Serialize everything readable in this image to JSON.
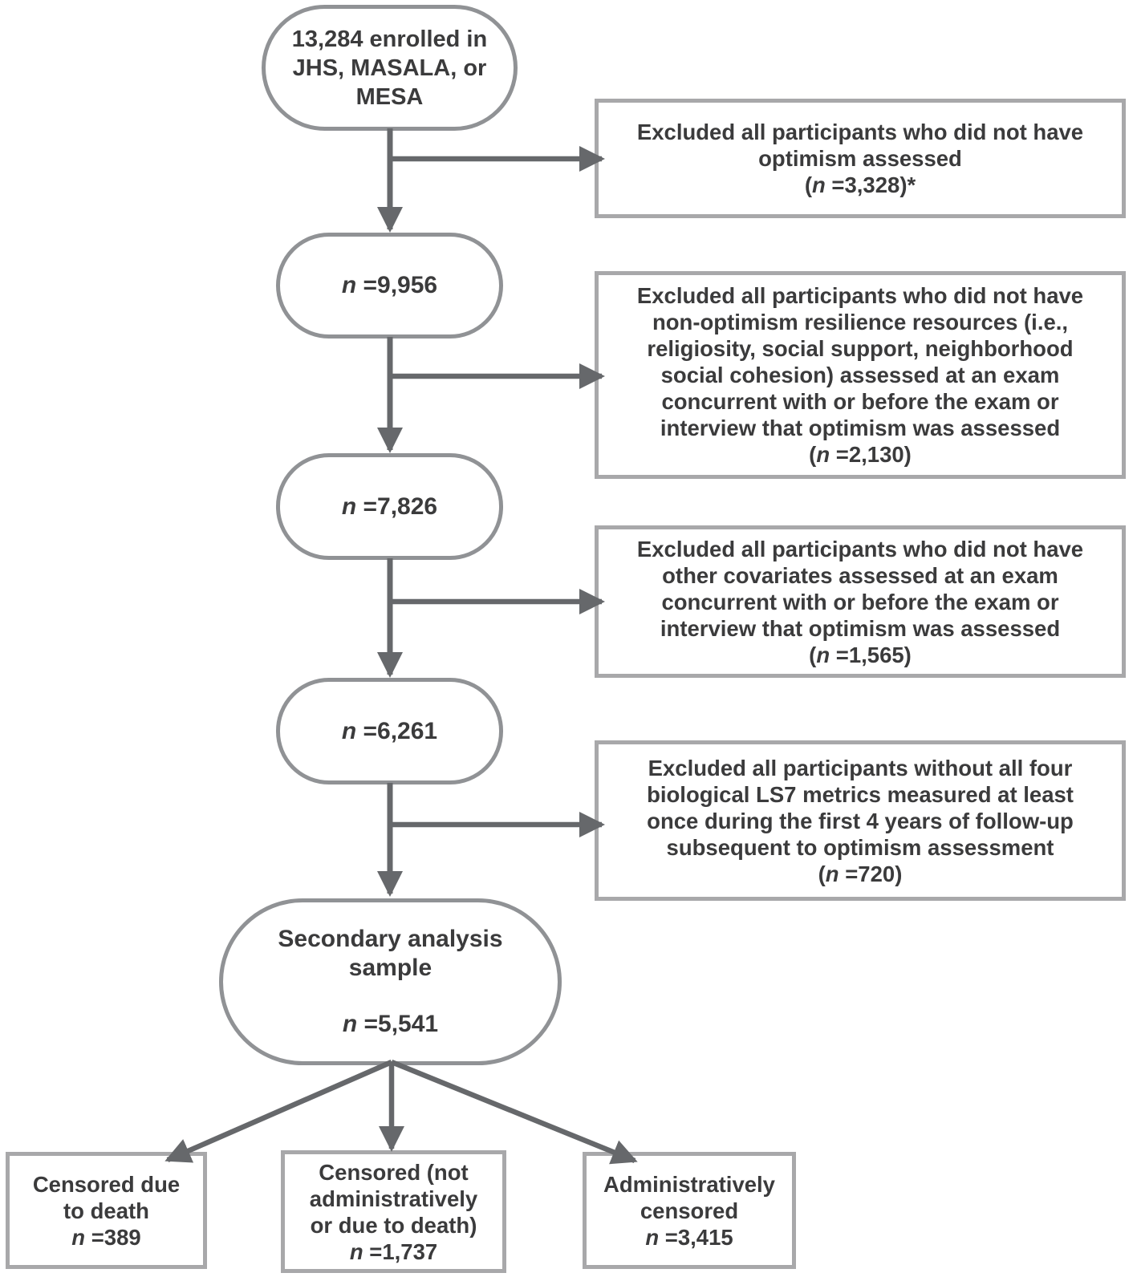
{
  "colors": {
    "oval_border": "#909295",
    "box_border": "#a8a8aa",
    "arrow": "#66686b",
    "text": "#3b3b3c",
    "background": "#ffffff"
  },
  "nodes": {
    "enrolled": {
      "text": "13,284 enrolled in\nJHS, MASALA, or\nMESA"
    },
    "after_optimism": {
      "count_n": "n",
      "count_rest": " =9,956"
    },
    "after_resilience": {
      "count_n": "n",
      "count_rest": " =7,826"
    },
    "after_covariates": {
      "count_n": "n",
      "count_rest": " =6,261"
    },
    "secondary_sample": {
      "title": "Secondary analysis\nsample",
      "count_n": "n",
      "count_rest": " =5,541"
    }
  },
  "exclusions": [
    {
      "text": "Excluded all participants who did not have\noptimism assessed",
      "count_open": "(",
      "count_n": "n",
      "count_rest": " =3,328)*"
    },
    {
      "text": "Excluded all participants who did not have\nnon-optimism resilience resources (i.e.,\nreligiosity, social support, neighborhood\nsocial cohesion) assessed at an exam\nconcurrent with or before the exam or\ninterview that optimism was assessed",
      "count_open": "(",
      "count_n": "n",
      "count_rest": " =2,130)"
    },
    {
      "text": "Excluded all participants who did not have\nother covariates assessed at an exam\nconcurrent with or before the exam or\ninterview that optimism was assessed",
      "count_open": "(",
      "count_n": "n",
      "count_rest": " =1,565)"
    },
    {
      "text": "Excluded all participants without all four\nbiological LS7 metrics measured at least\nonce during the first 4 years of follow-up\nsubsequent to optimism assessment",
      "count_open": "(",
      "count_n": "n",
      "count_rest": " =720)"
    }
  ],
  "outcomes": [
    {
      "text": "Censored due\nto death",
      "count_n": "n",
      "count_rest": " =389"
    },
    {
      "text": "Censored (not\nadministratively\nor due to death)",
      "count_n": "n",
      "count_rest": " =1,737"
    },
    {
      "text": "Administratively\ncensored",
      "count_n": "n",
      "count_rest": " =3,415"
    }
  ]
}
